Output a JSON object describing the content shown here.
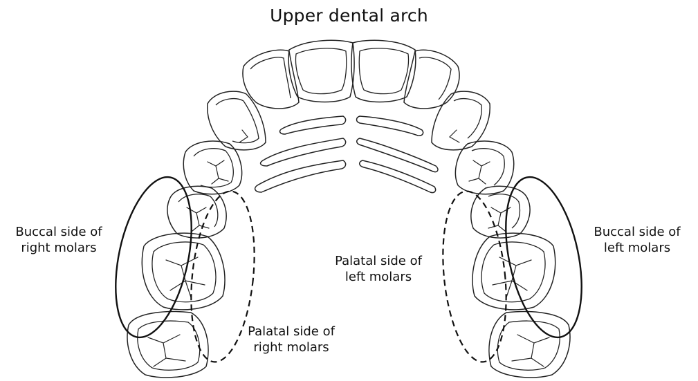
{
  "title": "Upper dental arch",
  "labels": {
    "buccal_right": [
      "Buccal side of",
      "right molars"
    ],
    "buccal_left": [
      "Buccal side of",
      "left molars"
    ],
    "palatal_right": [
      "Palatal side of",
      "right molars"
    ],
    "palatal_left": [
      "Palatal side of",
      "left molars"
    ]
  },
  "legend_styles": {
    "buccal_region": "solid outline",
    "palatal_region": "dashed outline"
  }
}
